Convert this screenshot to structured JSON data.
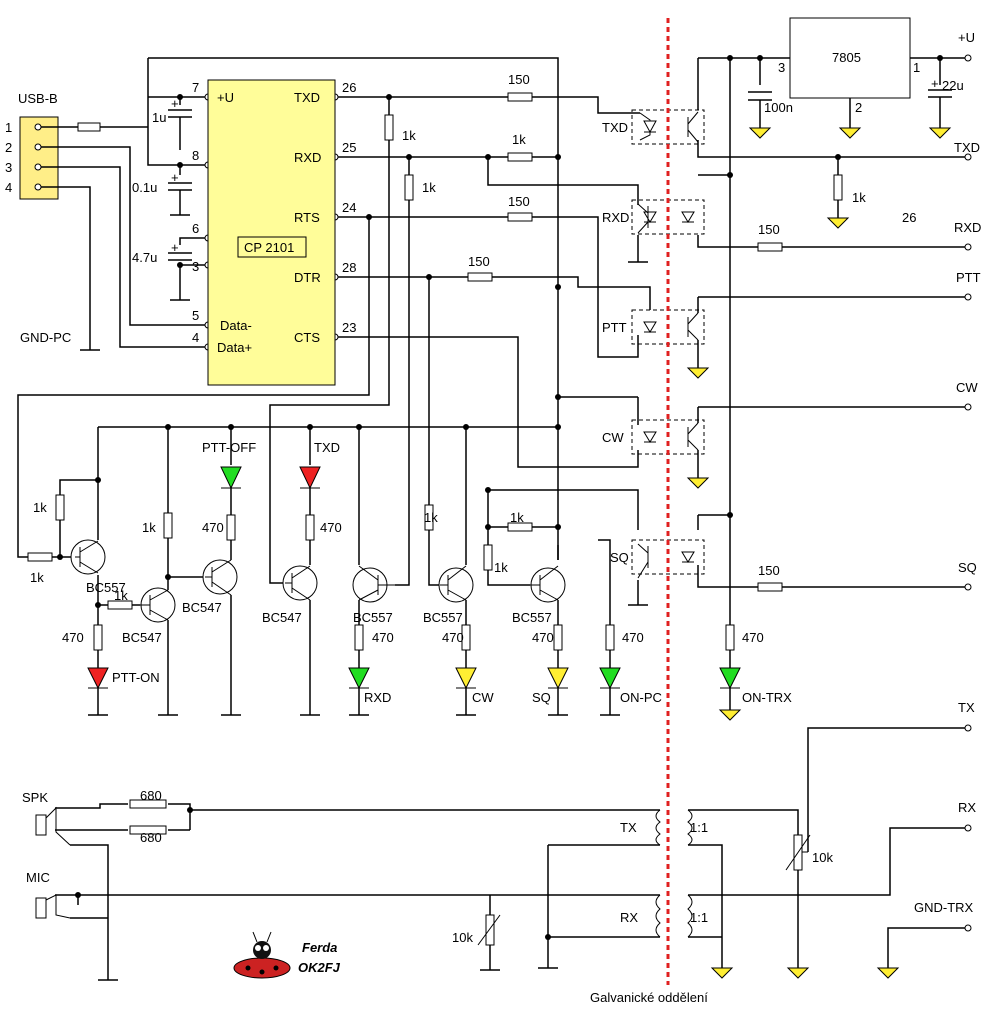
{
  "title": "",
  "chip": {
    "name": "CP 2101"
  },
  "usb": {
    "name": "USB-B",
    "pins": [
      "1",
      "2",
      "3",
      "4"
    ],
    "gnd": "GND-PC"
  },
  "chip_pins": {
    "p7": "7",
    "p8": "8",
    "p6": "6",
    "p3": "3",
    "p5": "5",
    "p4": "4",
    "p26": "26",
    "p25": "25",
    "p24": "24",
    "p28": "28",
    "p23": "23",
    "vcc": "+U",
    "data_minus": "Data-",
    "data_plus": "Data+",
    "txd": "TXD",
    "rxd": "RXD",
    "rts": "RTS",
    "dtr": "DTR",
    "cts": "CTS"
  },
  "caps": {
    "c1": "1u",
    "c2": "0.1u",
    "c3": "4.7u",
    "c4": "100n",
    "c5": "22u"
  },
  "regulator": {
    "name": "7805",
    "pin1": "1",
    "pin2": "2",
    "pin3": "3"
  },
  "resistors": {
    "r150": "150",
    "r1k": "1k",
    "r470": "470",
    "r680": "680",
    "r10k": "10k"
  },
  "optos": [
    "TXD",
    "RXD",
    "PTT",
    "CW",
    "SQ"
  ],
  "outputs": {
    "vcc": "+U",
    "txd": "TXD",
    "rxd": "RXD",
    "ptt": "PTT",
    "cw": "CW",
    "sq": "SQ",
    "tx": "TX",
    "rx": "RX",
    "gnd": "GND-TRX"
  },
  "pin26": "26",
  "transistors": {
    "bc557": "BC557",
    "bc547": "BC547"
  },
  "leds": [
    "PTT-OFF",
    "TXD",
    "PTT-ON",
    "RXD",
    "CW",
    "SQ",
    "ON-PC",
    "ON-TRX"
  ],
  "audio": {
    "spk": "SPK",
    "mic": "MIC",
    "tx": "TX",
    "rx": "RX",
    "ratio": "1:1",
    "pot": "10k"
  },
  "isolation": "Galvanické oddělení",
  "author": {
    "name": "Ferda",
    "call": "OK2FJ"
  },
  "colors": {
    "chip": "#fffd99",
    "led_green": "#22dd22",
    "led_red": "#ee2222",
    "led_yellow": "#ffee33",
    "isolation": "#e02020"
  }
}
